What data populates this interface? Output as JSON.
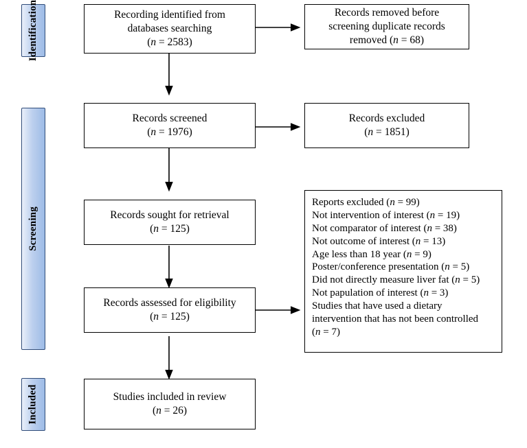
{
  "stages": [
    {
      "label": "Identification"
    },
    {
      "label": "Screening"
    },
    {
      "label": "Included"
    }
  ],
  "boxes": {
    "identified": {
      "line1": "Recording identified from",
      "line2": "databases searching",
      "line3": "(n = 2583)"
    },
    "duplicates_removed": {
      "line1": "Records removed before",
      "line2": "screening duplicate records",
      "line3": "removed (n = 68)"
    },
    "screened": {
      "line1": "Records screened",
      "line2": "(n = 1976)"
    },
    "excluded": {
      "line1": "Records excluded",
      "line2": "(n = 1851)"
    },
    "sought": {
      "line1": "Records sought for retrieval",
      "line2": "(n = 125)"
    },
    "assessed": {
      "line1": "Records assessed for eligibility",
      "line2": "(n = 125)"
    },
    "reports_excluded": {
      "lines": [
        "Reports excluded (n = 99)",
        "Not intervention of interest (n = 19)",
        "Not comparator of interest (n = 38)",
        "Not outcome of interest (n = 13)",
        "Age less than 18 year (n = 9)",
        "Poster/conference presentation (n = 5)",
        "Did not directly measure liver fat (n = 5)",
        "Not papulation of interest (n = 3)",
        "Studies that have used a dietary",
        "intervention that has not been controlled",
        "(n = 7)"
      ]
    },
    "included": {
      "line1": "Studies included in review",
      "line2": "(n = 26)"
    }
  },
  "colors": {
    "stage_border": "#2f4b78",
    "stage_fill_light": "#eaf0fa",
    "stage_fill_dark": "#9dbbe6",
    "box_border": "#000000",
    "background": "#ffffff"
  }
}
